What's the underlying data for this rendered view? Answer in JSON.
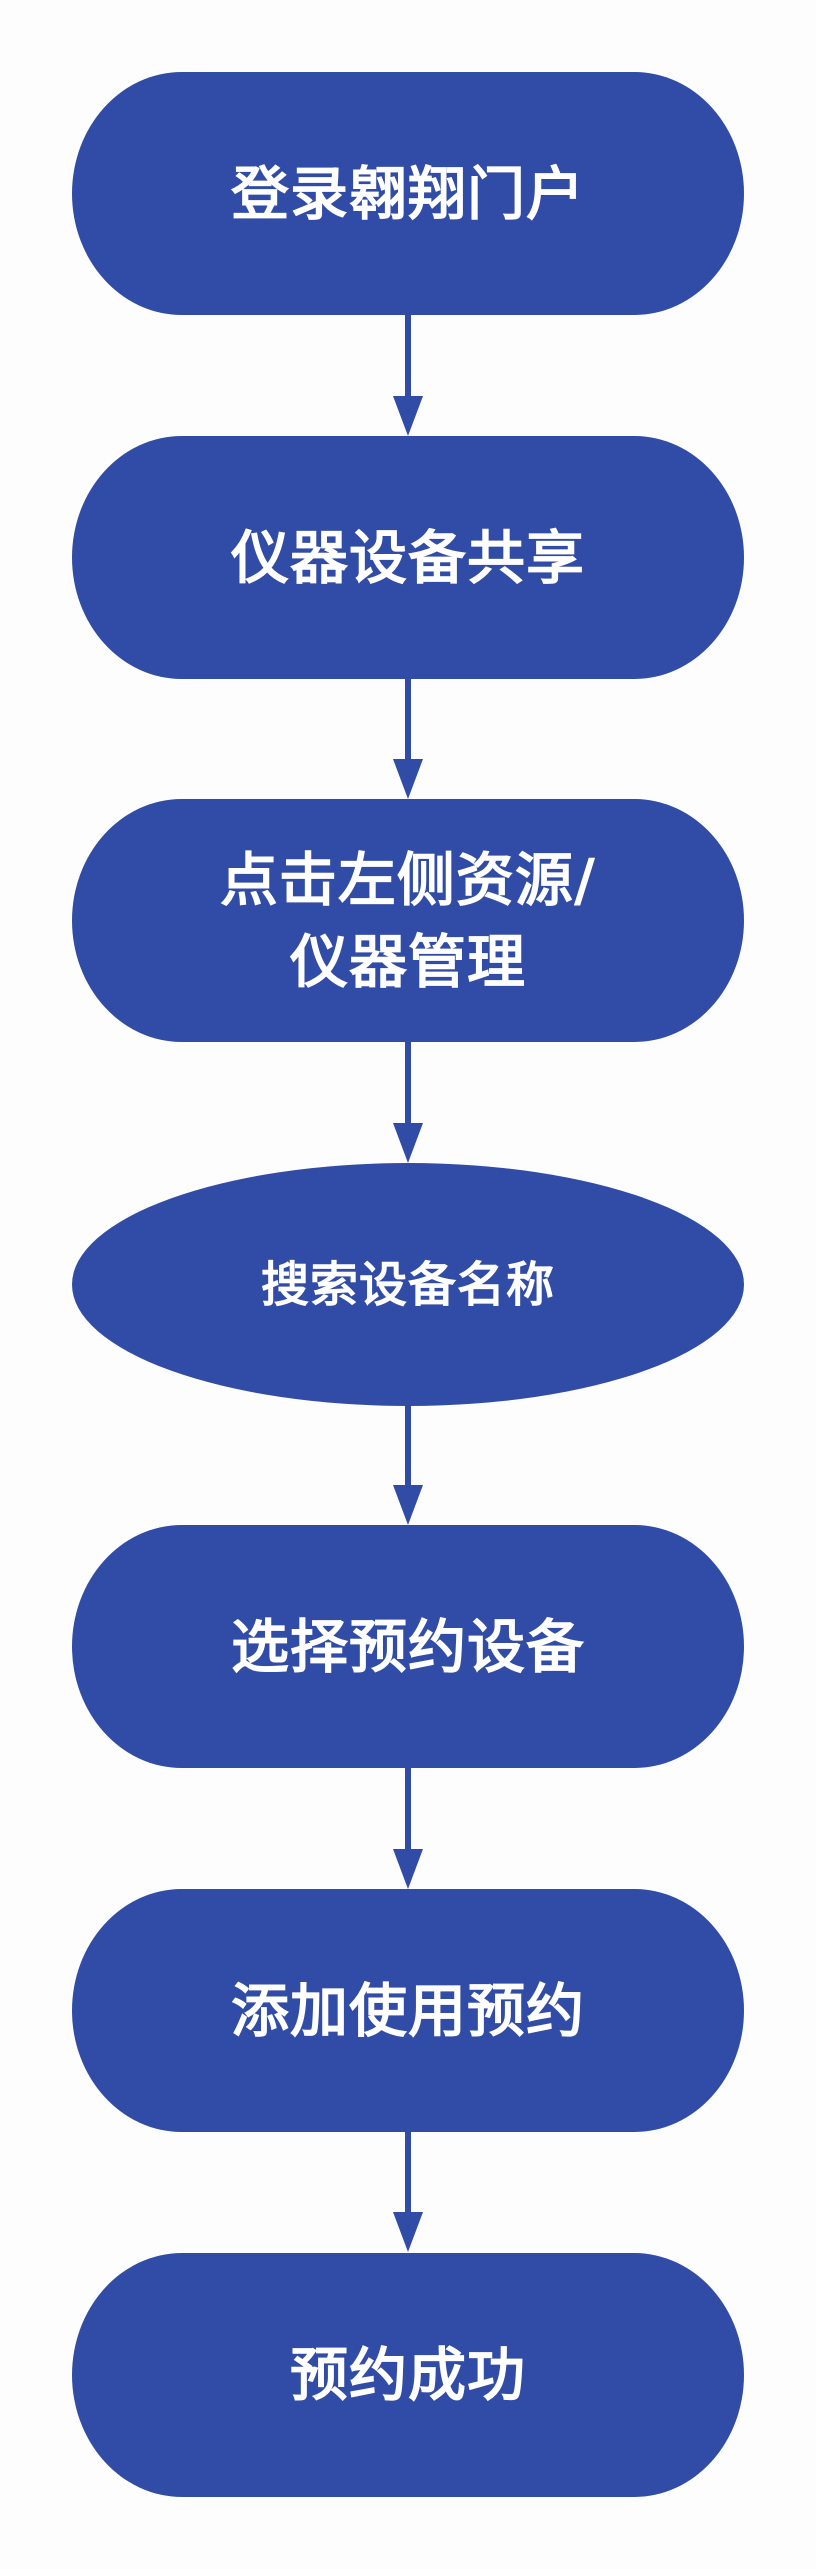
{
  "flowchart": {
    "color": "#314ca6",
    "text_color": "#ffffff",
    "steps": [
      {
        "label": "登录翱翔门户",
        "shape": "terminal"
      },
      {
        "label": "仪器设备共享",
        "shape": "terminal"
      },
      {
        "label": "点击左侧资源/\n仪器管理",
        "shape": "terminal"
      },
      {
        "label": "搜索设备名称",
        "shape": "ellipse"
      },
      {
        "label": "选择预约设备",
        "shape": "terminal"
      },
      {
        "label": "添加使用预约",
        "shape": "terminal"
      },
      {
        "label": "预约成功",
        "shape": "terminal"
      }
    ]
  }
}
